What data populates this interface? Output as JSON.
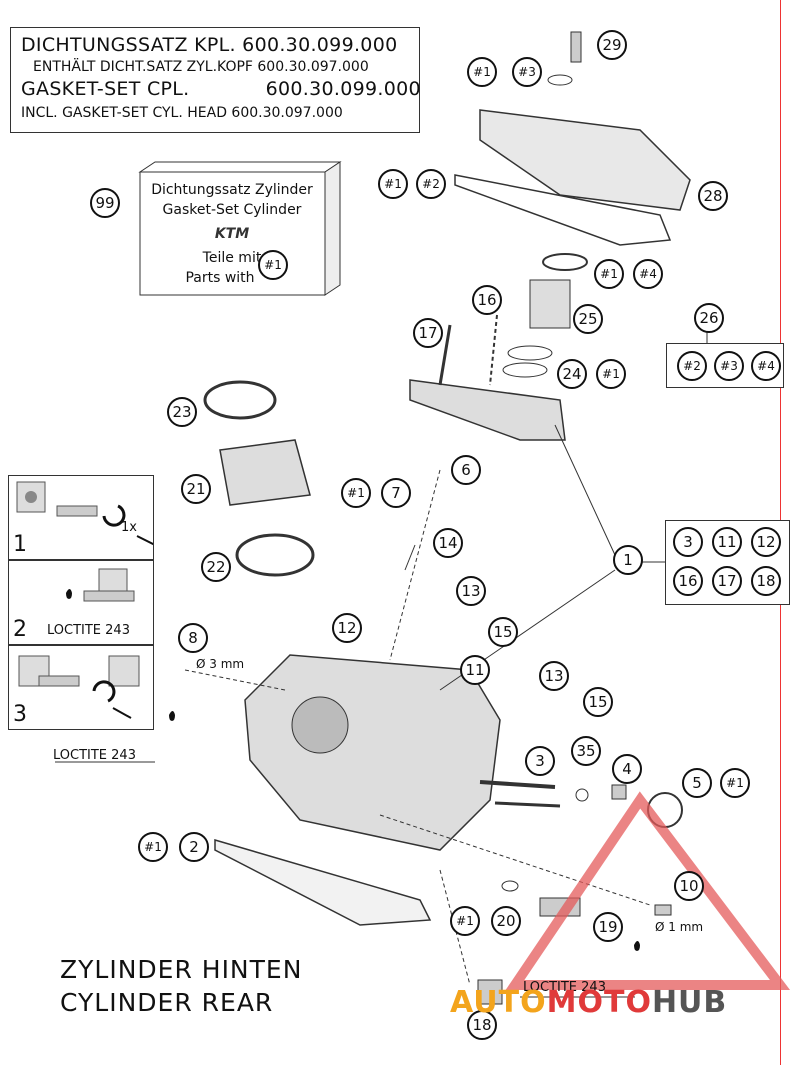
{
  "header_box": {
    "line1": "DICHTUNGSSATZ KPL. 600.30.099.000",
    "line2": "ENTHÄLT DICHT.SATZ ZYL.KOPF 600.30.097.000",
    "line3": "GASKET-SET CPL.            600.30.099.000",
    "line4": "INCL. GASKET-SET CYL. HEAD 600.30.097.000"
  },
  "gasket_set_box": {
    "title_de": "Dichtungssatz Zylinder",
    "title_en": "Gasket-Set Cylinder",
    "brand": "KTM",
    "note_de": "Teile mit",
    "note_en": "Parts with",
    "note_ref": "#1",
    "callout": "99"
  },
  "steps": [
    {
      "num": "1",
      "extra": "1x"
    },
    {
      "num": "2",
      "loctite": "LOCTITE 243"
    },
    {
      "num": "3"
    }
  ],
  "labels": {
    "dia3": "Ø 3 mm",
    "dia1": "Ø 1 mm",
    "loctite_left": "LOCTITE 243",
    "loctite_right": "LOCTITE 243"
  },
  "callouts": {
    "c29": "29",
    "r1a": "#1",
    "r3a": "#3",
    "c28": "28",
    "r1b": "#1",
    "r2b": "#2",
    "r1c": "#1",
    "r4c": "#4",
    "c16": "16",
    "c17": "17",
    "c25": "25",
    "c26": "26",
    "g2": "#2",
    "g3": "#3",
    "g4": "#4",
    "c24": "24",
    "r1d": "#1",
    "c23": "23",
    "c21": "21",
    "c22": "22",
    "c6": "6",
    "r1e": "#1",
    "c7": "7",
    "c14": "14",
    "c1": "1",
    "b3": "3",
    "b11": "11",
    "b12": "12",
    "b16": "16",
    "b17": "17",
    "b18": "18",
    "c13a": "13",
    "c15a": "15",
    "c12": "12",
    "c11": "11",
    "c13b": "13",
    "c15b": "15",
    "c8": "8",
    "c3": "3",
    "c35": "35",
    "c4": "4",
    "c5": "5",
    "r1f": "#1",
    "r1g": "#1",
    "c2": "2",
    "c10": "10",
    "r1h": "#1",
    "c20": "20",
    "c19": "19",
    "c18": "18"
  },
  "footer": {
    "de": "ZYLINDER HINTEN",
    "en": "CYLINDER REAR"
  },
  "watermark": {
    "a": "AUTO",
    "m": "MOTO",
    "h": "HUB"
  }
}
